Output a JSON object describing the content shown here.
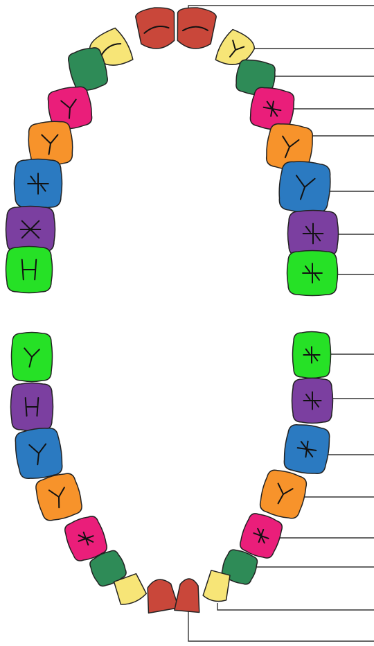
{
  "colors": {
    "central_incisor": "#c9473a",
    "lateral_incisor": "#f7e577",
    "canine": "#2e8b57",
    "first_premolar": "#ea1e7a",
    "second_premolar": "#f7932b",
    "first_molar": "#2b7ac1",
    "second_molar": "#7b3fa0",
    "third_molar": "#26e126",
    "outline": "#222222",
    "leader_line": "#333333",
    "background": "#ffffff"
  },
  "arches": {
    "upper": {
      "teeth": [
        "central_incisor",
        "lateral_incisor",
        "canine",
        "first_premolar",
        "second_premolar",
        "first_molar",
        "second_molar",
        "third_molar"
      ],
      "labeled_side": "right"
    },
    "lower": {
      "teeth": [
        "third_molar",
        "second_molar",
        "first_molar",
        "second_premolar",
        "first_premolar",
        "canine",
        "lateral_incisor",
        "central_incisor"
      ],
      "labeled_side": "right"
    }
  },
  "labels": {
    "present": false,
    "leader_line_count": 16
  }
}
